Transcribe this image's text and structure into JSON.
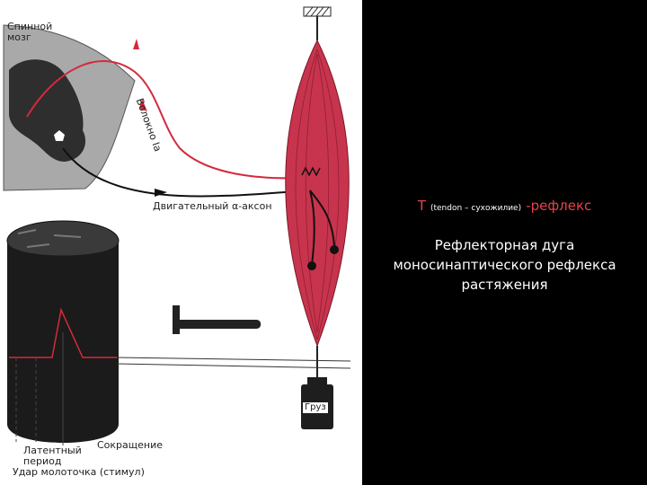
{
  "diagram": {
    "labels": {
      "spinal_cord_line1": "Спинной",
      "spinal_cord_line2": "мозг",
      "fiber": "Волокно Ia",
      "motor_axon": "Двигательный α-аксон",
      "latent_line1": "Латентный",
      "latent_line2": "период",
      "contraction": "Сокращение",
      "hammer_stimulus": "Удар молоточка (стимул)",
      "weight": "Груз"
    },
    "colors": {
      "muscle": "#c8344d",
      "nerve_red": "#d42a3c",
      "cord_grey": "#a9a9a9",
      "grey_matter": "#2e2e2e"
    }
  },
  "slide": {
    "title_letter": "Т",
    "title_paren": "(tendon – сухожилие)",
    "title_suffix": "-рефлекс",
    "description": [
      "Рефлекторная дуга",
      "моносинаптического рефлекса",
      "растяжения"
    ]
  }
}
